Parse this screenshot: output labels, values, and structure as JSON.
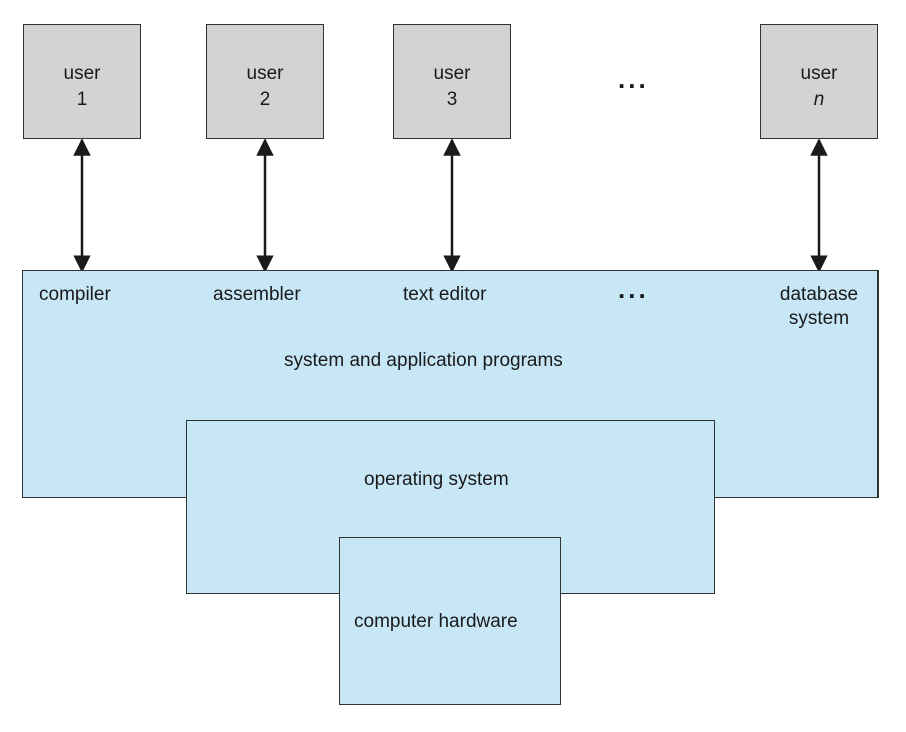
{
  "users": [
    {
      "line1": "user",
      "line2": "1",
      "italic": false
    },
    {
      "line1": "user",
      "line2": "2",
      "italic": false
    },
    {
      "line1": "user",
      "line2": "3",
      "italic": false
    },
    {
      "line1": "user",
      "line2": "n",
      "italic": true
    }
  ],
  "ellipsis": "...",
  "programs": {
    "items": [
      "compiler",
      "assembler",
      "text editor"
    ],
    "database_line1": "database",
    "database_line2": "system",
    "title": "system and application programs"
  },
  "operating_system": "operating system",
  "computer_hardware": "computer hardware",
  "colors": {
    "user_box": "#d3d3d3",
    "layer_fill": "#c7e6f6",
    "border": "#333333",
    "arrow": "#1a1a1a"
  }
}
